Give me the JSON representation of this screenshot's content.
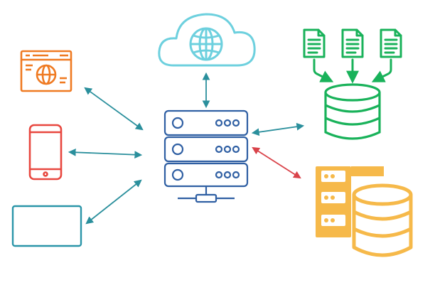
{
  "diagram": {
    "nodes": [
      {
        "id": "cloud",
        "icon": "cloud-globe-icon"
      },
      {
        "id": "server",
        "icon": "server-rack-icon"
      },
      {
        "id": "browser",
        "icon": "browser-window-icon"
      },
      {
        "id": "phone",
        "icon": "smartphone-icon"
      },
      {
        "id": "tablet",
        "icon": "tablet-icon"
      },
      {
        "id": "documents",
        "icon": "document-files-icon",
        "count": 3
      },
      {
        "id": "database",
        "icon": "database-icon"
      },
      {
        "id": "storage",
        "icon": "server-database-icon"
      }
    ],
    "connections": [
      {
        "from": "server",
        "to": "cloud",
        "type": "bidirectional"
      },
      {
        "from": "server",
        "to": "browser",
        "type": "bidirectional"
      },
      {
        "from": "server",
        "to": "phone",
        "type": "bidirectional"
      },
      {
        "from": "server",
        "to": "tablet",
        "type": "bidirectional"
      },
      {
        "from": "server",
        "to": "database",
        "type": "bidirectional"
      },
      {
        "from": "server",
        "to": "storage",
        "type": "bidirectional",
        "highlight": true
      },
      {
        "from": "documents",
        "to": "database",
        "type": "directed"
      }
    ]
  },
  "colors": {
    "server": "#2f5fa3",
    "cloud": "#6dd0de",
    "browser": "#ef7a22",
    "phone": "#e8473f",
    "tablet": "#2a95a8",
    "documents": "#19b25a",
    "storage": "#f6b94a",
    "arrow": "#2a8f9c",
    "arrow_highlight": "#d9434a"
  }
}
